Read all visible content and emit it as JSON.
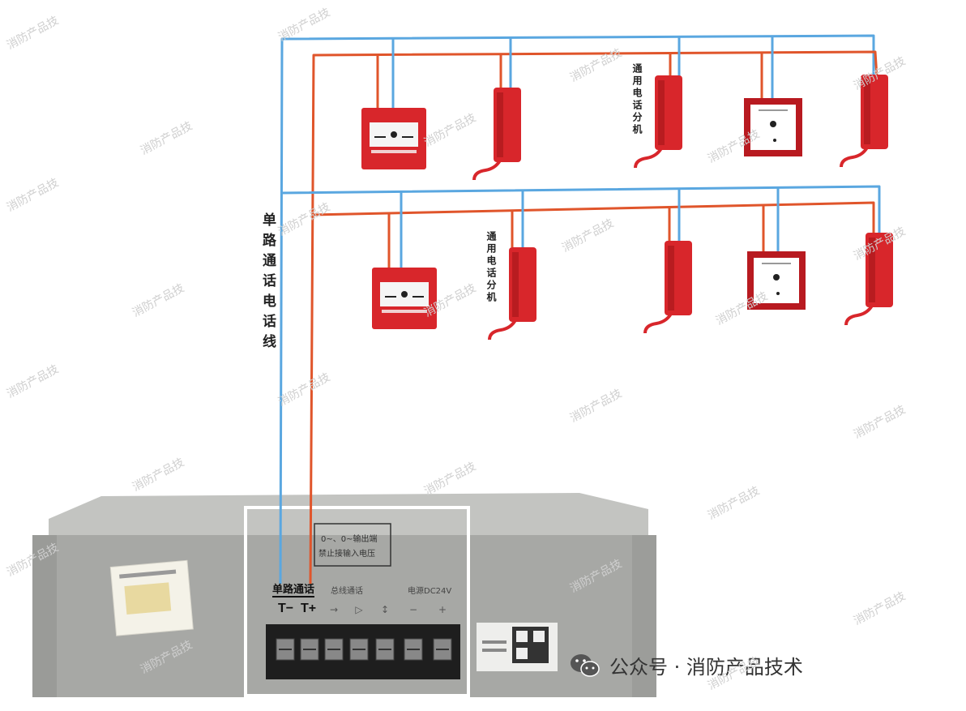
{
  "labels": {
    "single_line": "单路通话电话线",
    "phone_ext_top": "通用电话分机",
    "phone_ext_bottom": "通用电话分机"
  },
  "panel": {
    "note_line1": "0~、0~输出端",
    "note_line2": "禁止接输入电压",
    "terminal_group": "单路通话",
    "terminal_t_minus": "T−",
    "terminal_t_plus": "T+",
    "group_labels": [
      "总线通话",
      "",
      "电源DC24V"
    ]
  },
  "footer": {
    "text": "公众号 · 消防产品技术"
  },
  "watermark": "消防产品技",
  "colors": {
    "blue_wire": "#5aa7e0",
    "red_wire": "#e0552b",
    "device_red": "#d8262b",
    "cabinet_gray": "#a7a8a5"
  }
}
